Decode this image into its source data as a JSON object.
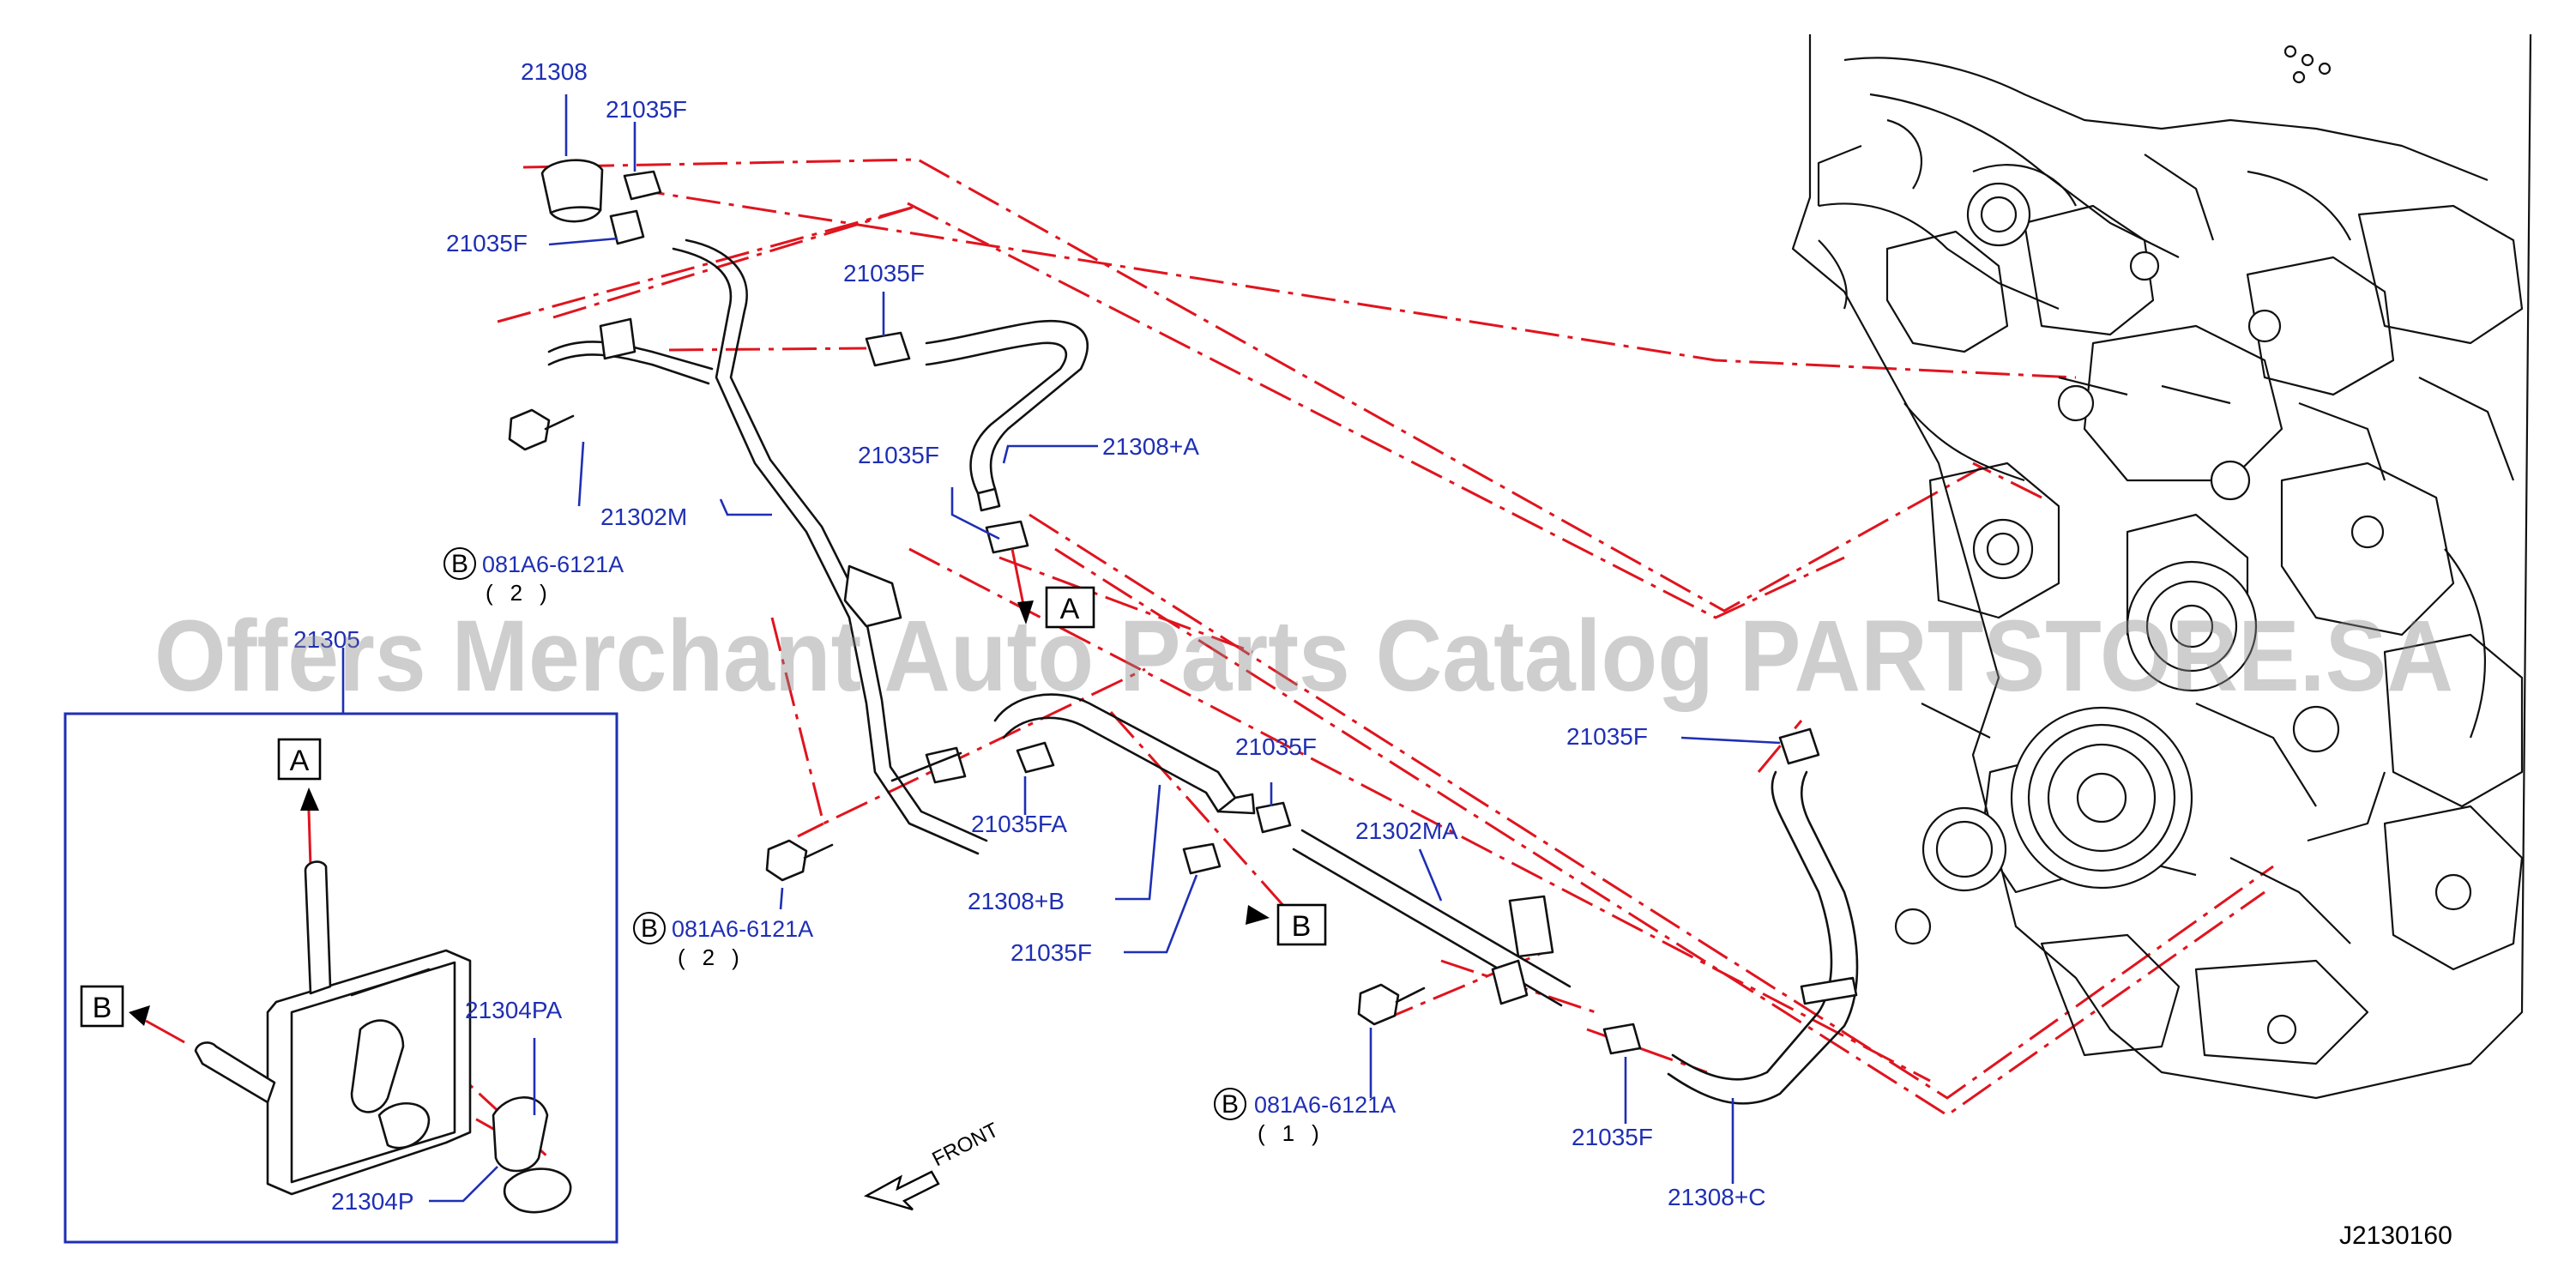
{
  "labels": {
    "p21308_top": "21308",
    "p21035F_a": "21035F",
    "p21035F_b": "21035F",
    "p21035F_c": "21035F",
    "p21308A": "21308+A",
    "p21035F_d": "21035F",
    "p21302M": "21302M",
    "bolt1_code": "081A6-6121A",
    "bolt1_qty": "(2)",
    "p21305": "21305",
    "p21035FA": "21035FA",
    "p21035F_e": "21035F",
    "p21308B": "21308+B",
    "p21035F_f": "21035F",
    "bolt2_code": "081A6-6121A",
    "bolt2_qty": "(2)",
    "p21302MA": "21302MA",
    "p21304PA": "21304PA",
    "p21304P": "21304P",
    "bolt3_code": "081A6-6121A",
    "bolt3_qty": "(1)",
    "p21035F_g": "21035F",
    "p21035F_h": "21035F",
    "p21308C": "21308+C",
    "drawing_code": "J2130160"
  },
  "refs": {
    "circle_b": "B"
  },
  "boxes": {
    "a": "A",
    "b": "B"
  },
  "front": "FRONT",
  "watermark": "Offers Merchant Auto Parts Catalog PARTSTORE.SA",
  "colors": {
    "label": "#1f2fb4",
    "centerline": "#e0141e",
    "line": "#111111",
    "watermark": "#8a8a8a"
  }
}
